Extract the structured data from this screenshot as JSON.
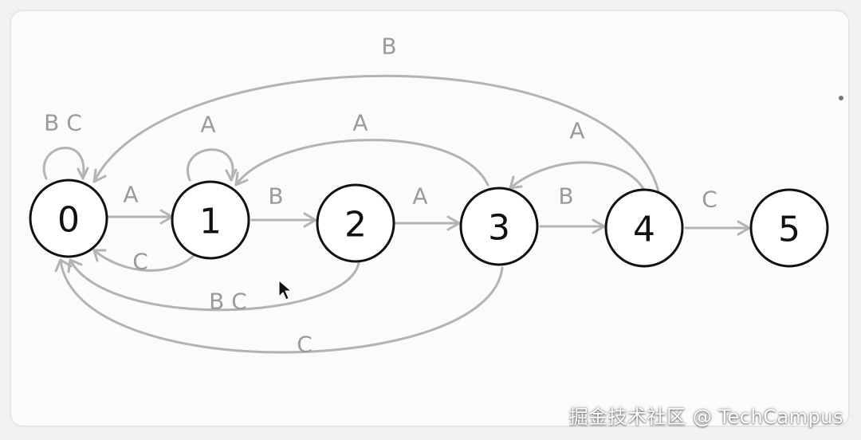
{
  "diagram": {
    "nodes": [
      "0",
      "1",
      "2",
      "3",
      "4",
      "5"
    ],
    "edges": [
      {
        "id": "0-0",
        "from": "0",
        "to": "0",
        "label": "B C"
      },
      {
        "id": "0-1",
        "from": "0",
        "to": "1",
        "label": "A"
      },
      {
        "id": "1-1",
        "from": "1",
        "to": "1",
        "label": "A"
      },
      {
        "id": "1-2",
        "from": "1",
        "to": "2",
        "label": "B"
      },
      {
        "id": "1-0",
        "from": "1",
        "to": "0",
        "label": "C"
      },
      {
        "id": "2-3",
        "from": "2",
        "to": "3",
        "label": "A"
      },
      {
        "id": "2-0",
        "from": "2",
        "to": "0",
        "label": "B C"
      },
      {
        "id": "3-4",
        "from": "3",
        "to": "4",
        "label": "B"
      },
      {
        "id": "3-1",
        "from": "3",
        "to": "1",
        "label": "A"
      },
      {
        "id": "3-0",
        "from": "3",
        "to": "0",
        "label": "C"
      },
      {
        "id": "4-5",
        "from": "4",
        "to": "5",
        "label": "C"
      },
      {
        "id": "4-3",
        "from": "4",
        "to": "3",
        "label": "A"
      },
      {
        "id": "4-0",
        "from": "4",
        "to": "0",
        "label": "B"
      }
    ]
  },
  "watermark": "掘金技术社区 @ TechCampus",
  "colors": {
    "node_stroke": "#111111",
    "edge": "#b3b3b3",
    "edge_label": "#9a9a9a"
  }
}
